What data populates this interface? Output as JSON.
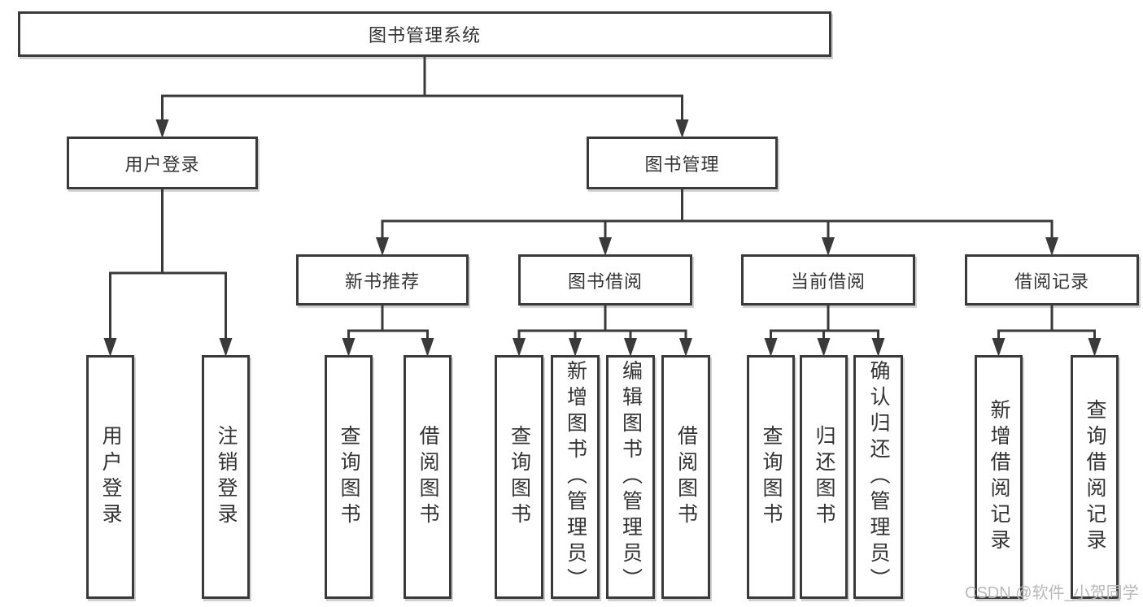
{
  "diagram": {
    "root": {
      "id": "root",
      "label": "图书管理系统",
      "children": [
        {
          "id": "user-login",
          "label": "用户登录",
          "children": [
            {
              "id": "user-login-action",
              "label": "用户登录"
            },
            {
              "id": "logout-action",
              "label": "注销登录"
            }
          ]
        },
        {
          "id": "book-mgmt",
          "label": "图书管理",
          "children": [
            {
              "id": "new-book-rec",
              "label": "新书推荐",
              "children": [
                {
                  "id": "query-books-new",
                  "label": "查询图书"
                },
                {
                  "id": "borrow-books-new",
                  "label": "借阅图书"
                }
              ]
            },
            {
              "id": "book-borrow",
              "label": "图书借阅",
              "children": [
                {
                  "id": "query-books-borrow",
                  "label": "查询图书"
                },
                {
                  "id": "add-book-admin",
                  "label": "新增图书（管理员）"
                },
                {
                  "id": "edit-book-admin",
                  "label": "编辑图书（管理员）"
                },
                {
                  "id": "borrow-books-2",
                  "label": "借阅图书"
                }
              ]
            },
            {
              "id": "current-borrow",
              "label": "当前借阅",
              "children": [
                {
                  "id": "query-books-current",
                  "label": "查询图书"
                },
                {
                  "id": "return-book",
                  "label": "归还图书"
                },
                {
                  "id": "confirm-return-admin",
                  "label": "确认归还（管理员）"
                }
              ]
            },
            {
              "id": "borrow-records",
              "label": "借阅记录",
              "children": [
                {
                  "id": "add-borrow-record",
                  "label": "新增借阅记录"
                },
                {
                  "id": "query-borrow-record",
                  "label": "查询借阅记录"
                }
              ]
            }
          ]
        }
      ]
    }
  },
  "watermark": {
    "text": "CSDN @软件_小贺同学"
  },
  "colors": {
    "line": "#3a3a3a",
    "text": "#333333",
    "watermark": "#b9b9b9",
    "background": "#ffffff"
  }
}
